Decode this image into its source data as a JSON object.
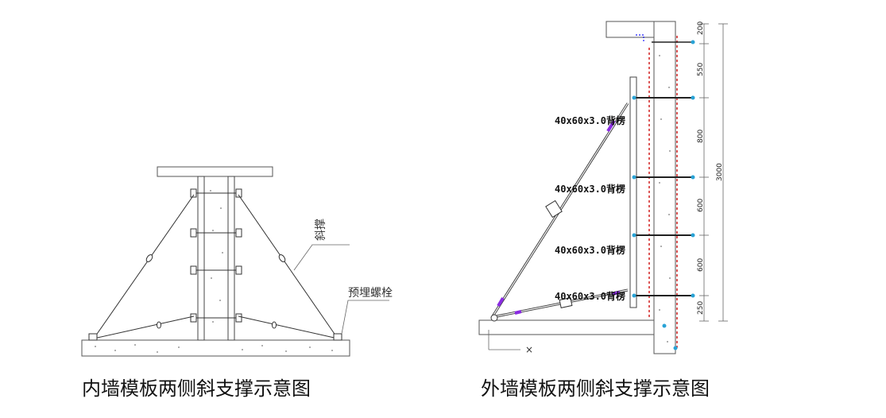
{
  "inner": {
    "caption": "内墙模板两侧斜支撑示意图",
    "leader_brace": "斜撑",
    "leader_bolt": "预埋螺栓"
  },
  "outer": {
    "caption": "外墙模板两侧斜支撑示意图",
    "beam_labels": [
      "40x60x3.0背楞",
      "40x60x3.0背楞",
      "40x60x3.0背楞",
      "40x60x3.0背楞"
    ],
    "dimensions": [
      "200",
      "550",
      "800",
      "600",
      "600",
      "250"
    ],
    "total_height": "3000"
  },
  "colors": {
    "line": "#333333",
    "accent_red": "#d21e1e",
    "accent_purple": "#8a2be2",
    "accent_cyan": "#29a3d6",
    "accent_blue": "#1a1aff"
  }
}
